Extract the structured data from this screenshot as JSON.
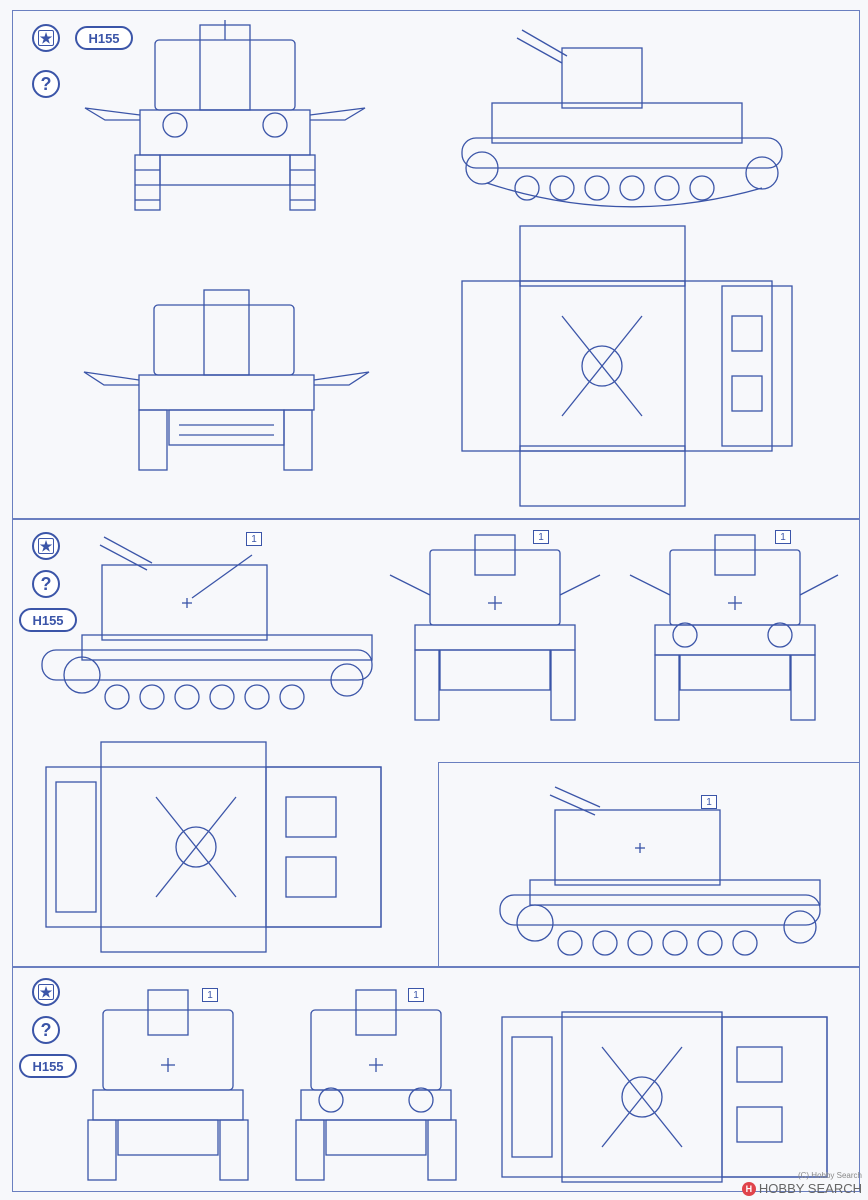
{
  "sections": [
    {
      "code": "H155"
    },
    {
      "code": "H155"
    },
    {
      "code": "H155"
    }
  ],
  "callout_number": "1",
  "watermark": {
    "brand": "HOBBY SEARCH",
    "copyright": "(C) Hobby Search"
  },
  "icons": {
    "marking": "star-in-circle-icon",
    "unknown": "question-mark-in-circle-icon"
  },
  "colors": {
    "line": "#3b55a8",
    "paper": "#f7f8fb"
  }
}
